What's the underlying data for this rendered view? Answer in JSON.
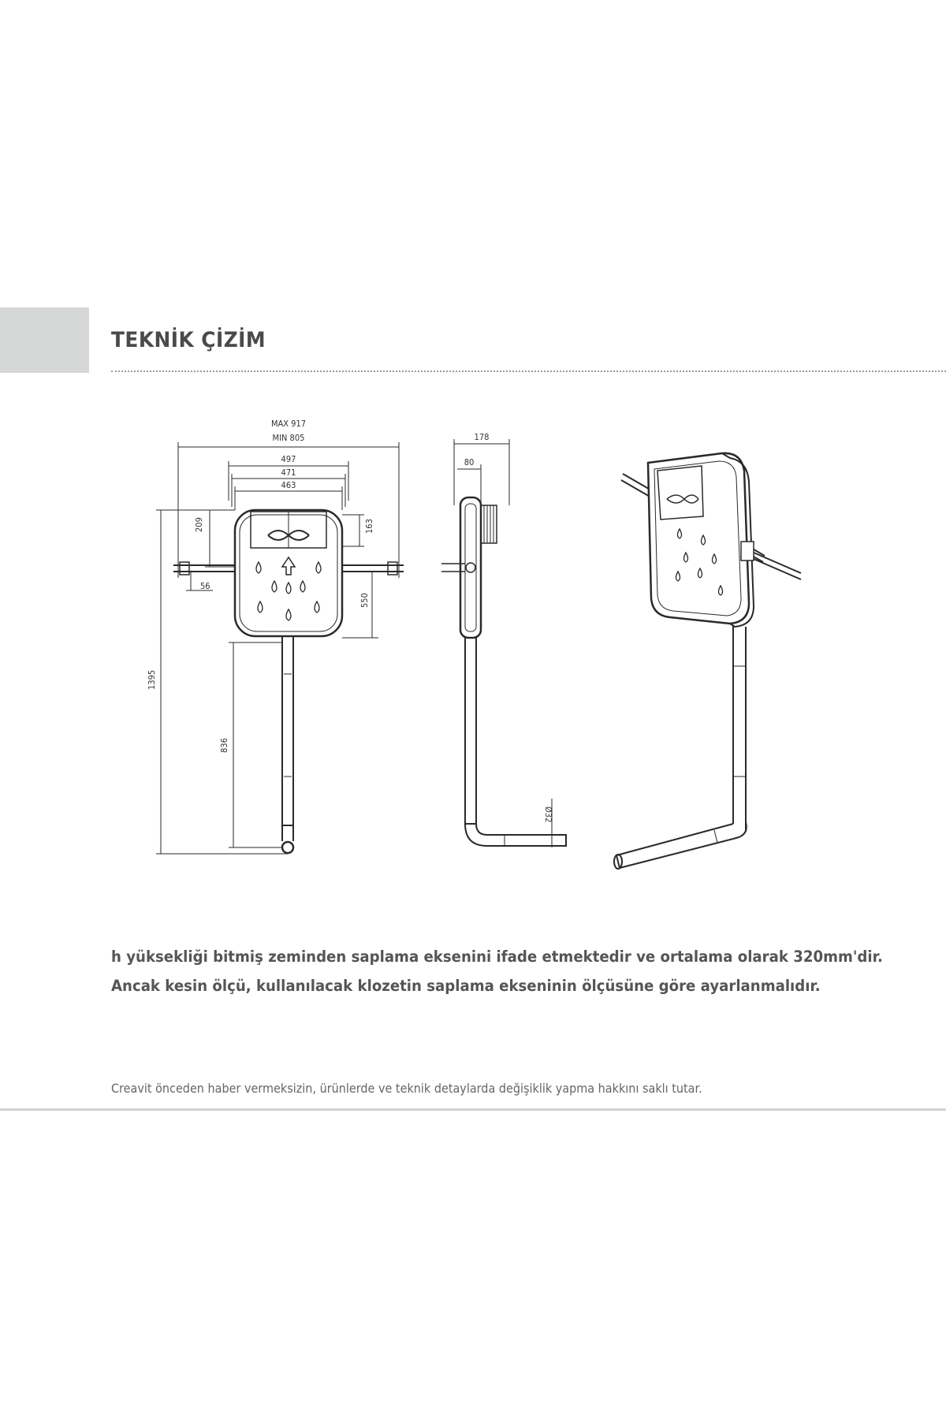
{
  "section": {
    "title": "TEKNİK ÇİZİM"
  },
  "drawing": {
    "front": {
      "max_label": "MAX 917",
      "min_label": "MIN 805",
      "dim_497": "497",
      "dim_471": "471",
      "dim_463": "463",
      "dim_209": "209",
      "dim_163": "163",
      "dim_56": "56",
      "dim_550": "550",
      "dim_1395": "1395",
      "dim_836": "836"
    },
    "side": {
      "dim_178": "178",
      "dim_80": "80",
      "dim_pipe": "Ø32"
    }
  },
  "note": {
    "line1": "h yüksekliği bitmiş zeminden saplama eksenini ifade etmektedir ve ortalama olarak 320mm'dir.",
    "line2": "Ancak kesin ölçü, kullanılacak klozetin saplama ekseninin ölçüsüne göre ayarlanmalıdır."
  },
  "footer": {
    "disclaimer": "Creavit önceden haber vermeksizin, ürünlerde ve teknik detaylarda değişiklik yapma hakkını saklı tutar."
  }
}
